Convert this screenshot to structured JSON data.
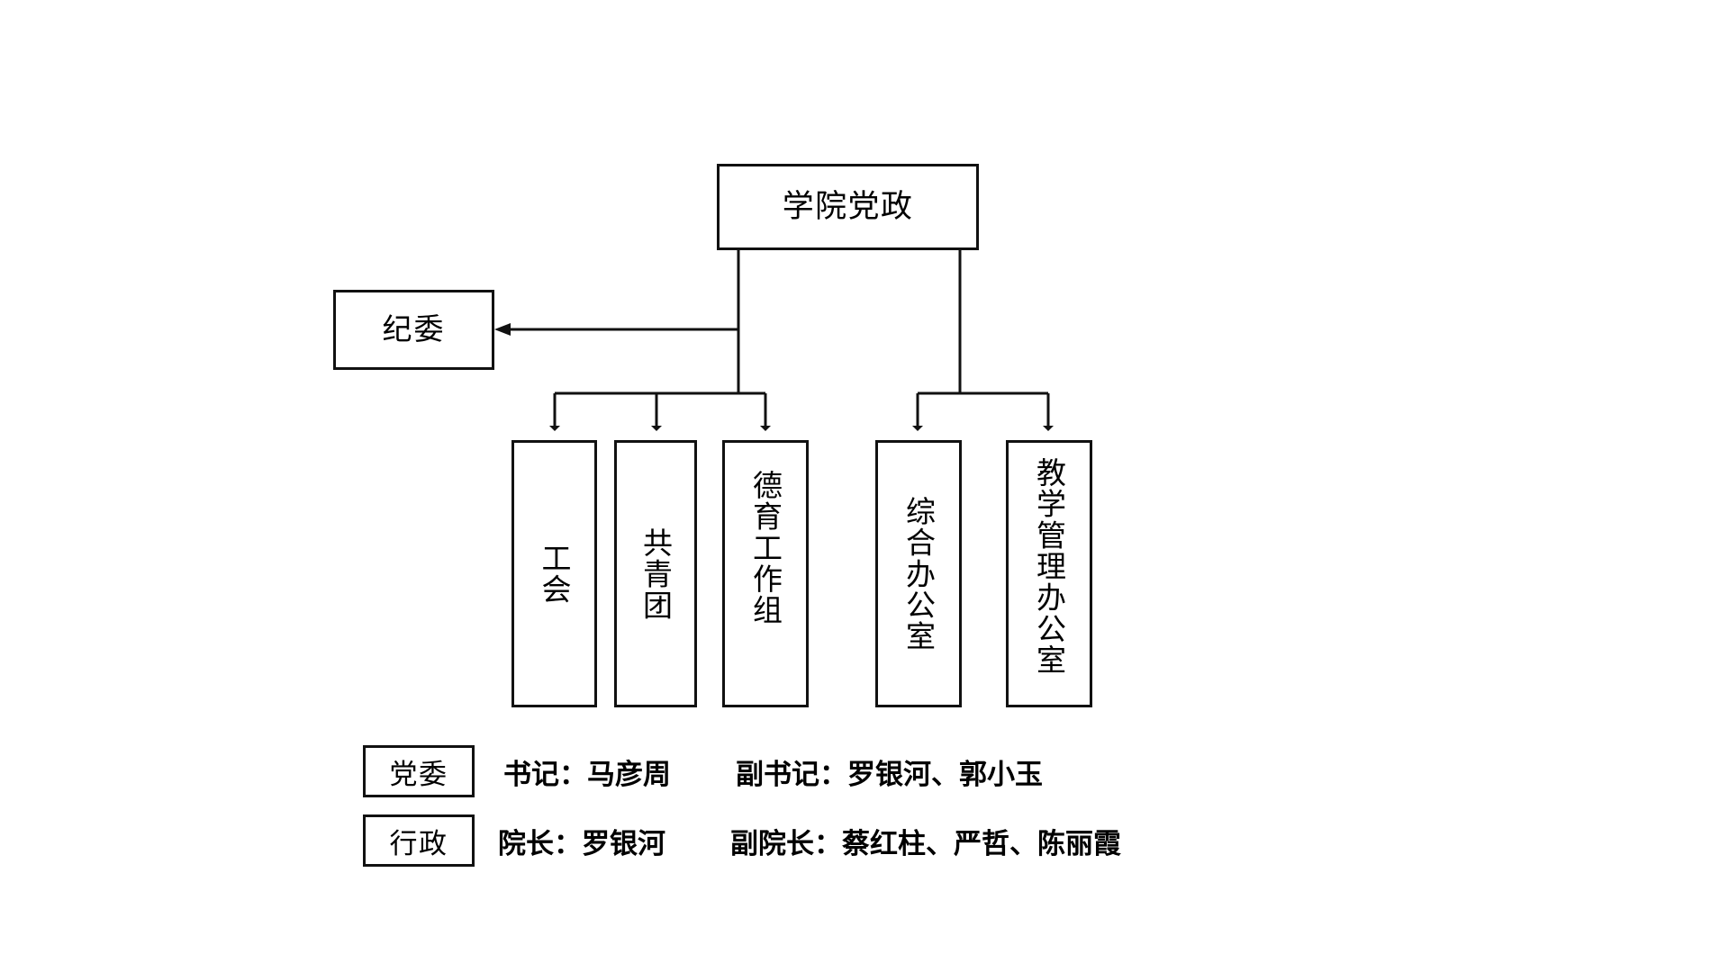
{
  "diagram": {
    "type": "organizational-chart",
    "title_node": {
      "id": "root",
      "label": "学院党政"
    },
    "side_node": {
      "id": "jiwei",
      "label": "纪委"
    },
    "branches": {
      "left_group": [
        {
          "id": "gonghui",
          "label": "工会"
        },
        {
          "id": "gongqing",
          "label": "共青团"
        },
        {
          "id": "deyu",
          "label": "德育工作组"
        }
      ],
      "right_group": [
        {
          "id": "zonghe",
          "label": "综合办公室"
        },
        {
          "id": "jiaoxue",
          "label": "教学管理办公室"
        }
      ]
    },
    "legend": [
      {
        "id": "party",
        "tag": "党委",
        "primary": "书记：马彦周",
        "secondary": "副书记：罗银河、郭小玉"
      },
      {
        "id": "admin",
        "tag": "行政",
        "primary": "院长：罗银河",
        "secondary": "副院长：蔡红柱、严哲、陈丽霞"
      }
    ],
    "colors": {
      "stroke": "#111111",
      "fill": "#ffffff",
      "text": "#000000"
    }
  }
}
